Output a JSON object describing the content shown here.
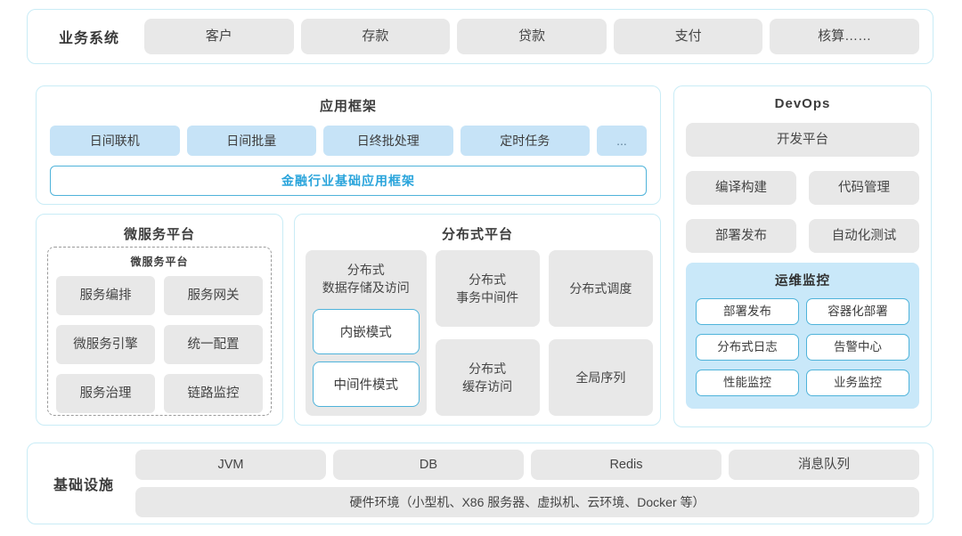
{
  "colors": {
    "panel_border": "#c9ecf6",
    "gray_fill": "#e8e8e8",
    "blue_fill": "#c6e3f7",
    "monitor_fill": "#c9e8f9",
    "accent_border": "#4fb3da",
    "accent_text": "#29a4db",
    "text": "#3f3f3f"
  },
  "business": {
    "label": "业务系统",
    "items": [
      "客户",
      "存款",
      "贷款",
      "支付",
      "核算……"
    ]
  },
  "app_framework": {
    "title": "应用框架",
    "items": [
      "日间联机",
      "日间批量",
      "日终批处理",
      "定时任务",
      "..."
    ],
    "base_framework": "金融行业基础应用框架"
  },
  "devops": {
    "title": "DevOps",
    "dev_platform": "开发平台",
    "items": [
      "编译构建",
      "代码管理",
      "部署发布",
      "自动化测试"
    ],
    "monitoring": {
      "title": "运维监控",
      "items": [
        "部署发布",
        "容器化部署",
        "分布式日志",
        "告警中心",
        "性能监控",
        "业务监控"
      ]
    }
  },
  "microservice": {
    "title": "微服务平台",
    "inner_title": "微服务平台",
    "items": [
      "服务编排",
      "服务网关",
      "微服务引擎",
      "统一配置",
      "服务治理",
      "链路监控"
    ]
  },
  "distributed": {
    "title": "分布式平台",
    "storage": {
      "title": "分布式\n数据存储及访问",
      "modes": [
        "内嵌模式",
        "中间件模式"
      ]
    },
    "middle": [
      "分布式\n事务中间件",
      "分布式\n缓存访问"
    ],
    "right": [
      "分布式调度",
      "全局序列"
    ]
  },
  "infrastructure": {
    "label": "基础设施",
    "items": [
      "JVM",
      "DB",
      "Redis",
      "消息队列"
    ],
    "hardware": "硬件环境（小型机、X86 服务器、虚拟机、云环境、Docker 等）"
  }
}
